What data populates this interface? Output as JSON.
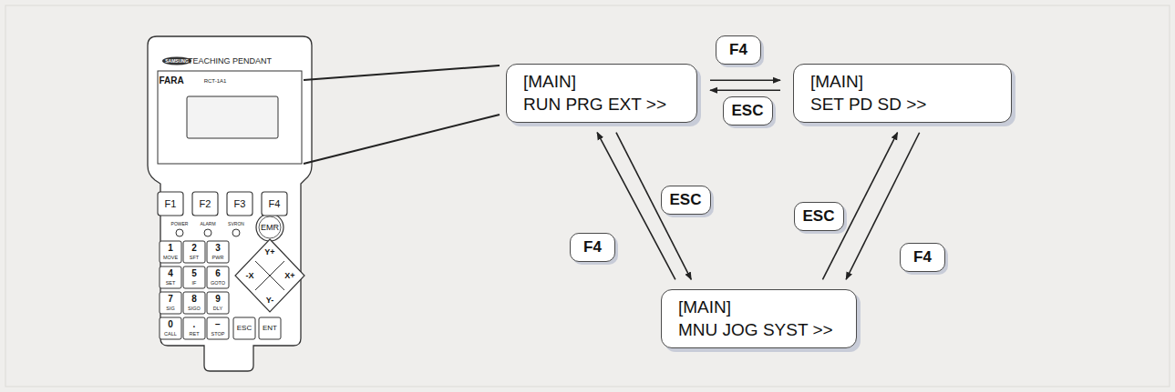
{
  "diagram": {
    "nodes": [
      {
        "text": [
          "[MAIN]",
          "RUN PRG EXT >>"
        ]
      },
      {
        "text": [
          "[MAIN]",
          "SET PD SD >>"
        ]
      },
      {
        "text": [
          "[MAIN]",
          "MNU JOG SYST >>"
        ]
      }
    ],
    "edges": [
      {
        "from": 0,
        "to": 1,
        "label": "F4",
        "arrow": "to"
      },
      {
        "from": 1,
        "to": 0,
        "label": "ESC",
        "arrow": "to"
      },
      {
        "from": 2,
        "to": 0,
        "label": "F4",
        "arrow": "to"
      },
      {
        "from": 0,
        "to": 2,
        "label": "ESC",
        "arrow": "to"
      },
      {
        "from": 1,
        "to": 2,
        "label": "F4",
        "arrow": "to"
      },
      {
        "from": 2,
        "to": 1,
        "label": "ESC",
        "arrow": "to"
      }
    ],
    "labels": [
      "TEACHING PENDANT",
      "SAMSUNG",
      "FARA",
      "RCT-1A1",
      "F1",
      "F2",
      "F3",
      "F4",
      "POWER",
      "ALARM",
      "SVRON",
      "EMR",
      "1",
      "MOVE",
      "2",
      "SFT",
      "3",
      "PWR",
      "Y+",
      "4",
      "SET",
      "5",
      "IF",
      "6",
      "GOTO",
      "-X",
      "X+",
      "7",
      "SIG",
      "8",
      "SIGO",
      "9",
      "DLY",
      "Y-",
      "0",
      "CALL",
      ".",
      "RET",
      "−",
      "STOP",
      "ESC",
      "ENT"
    ]
  }
}
